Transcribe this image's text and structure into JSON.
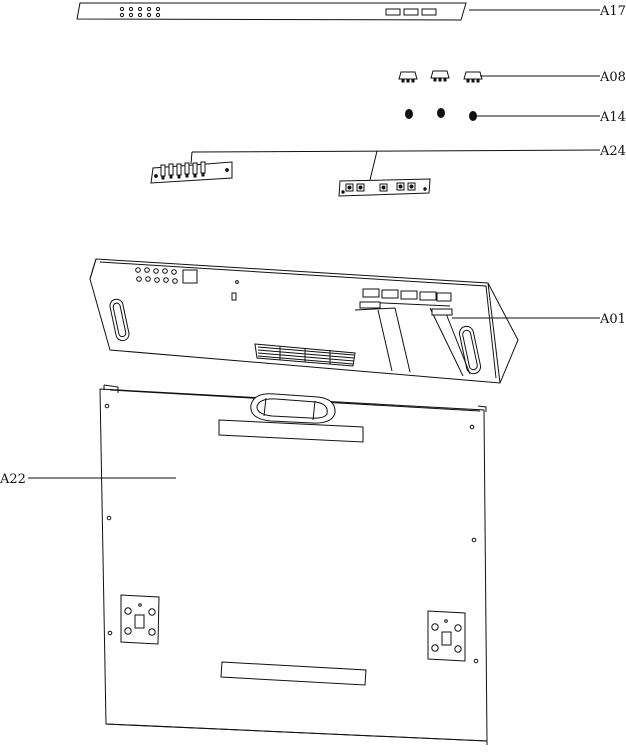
{
  "labels": {
    "a17": "A17",
    "a08": "A08",
    "a14": "A14",
    "a24": "A24",
    "a01": "A01",
    "a22": "A22"
  }
}
